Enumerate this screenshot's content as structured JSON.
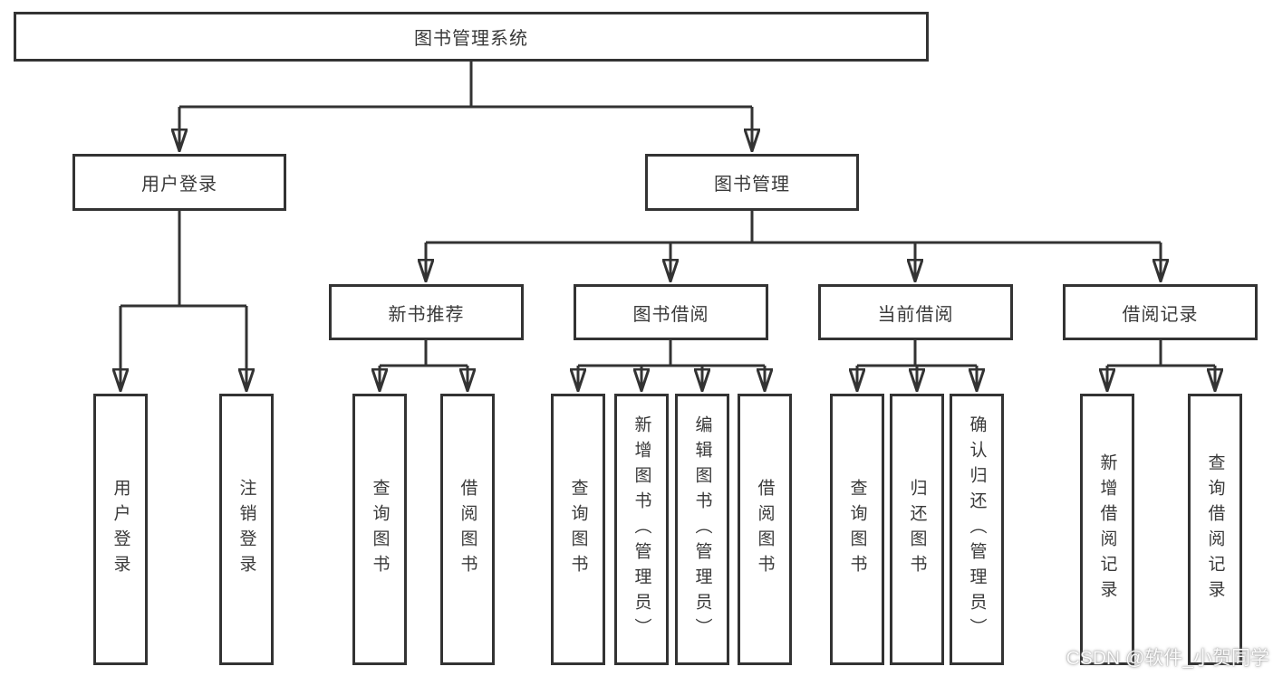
{
  "colors": {
    "background": "#ffffff",
    "line": "#333333",
    "box_border": "#333333",
    "text": "#3a3a3a",
    "watermark": "#d8d8d8"
  },
  "tree": {
    "label": "图书管理系统",
    "children": [
      {
        "label": "用户登录",
        "children": [
          {
            "label": "用户登录"
          },
          {
            "label": "注销登录"
          }
        ]
      },
      {
        "label": "图书管理",
        "children": [
          {
            "label": "新书推荐",
            "children": [
              {
                "label": "查询图书"
              },
              {
                "label": "借阅图书"
              }
            ]
          },
          {
            "label": "图书借阅",
            "children": [
              {
                "label": "查询图书"
              },
              {
                "label": "新增图书（管理员）"
              },
              {
                "label": "编辑图书（管理员）"
              },
              {
                "label": "借阅图书"
              }
            ]
          },
          {
            "label": "当前借阅",
            "children": [
              {
                "label": "查询图书"
              },
              {
                "label": "归还图书"
              },
              {
                "label": "确认归还（管理员）"
              }
            ]
          },
          {
            "label": "借阅记录",
            "children": [
              {
                "label": "新增借阅记录"
              },
              {
                "label": "查询借阅记录"
              }
            ]
          }
        ]
      }
    ]
  },
  "watermark": {
    "text": "CSDN @软件_小贺同学"
  }
}
